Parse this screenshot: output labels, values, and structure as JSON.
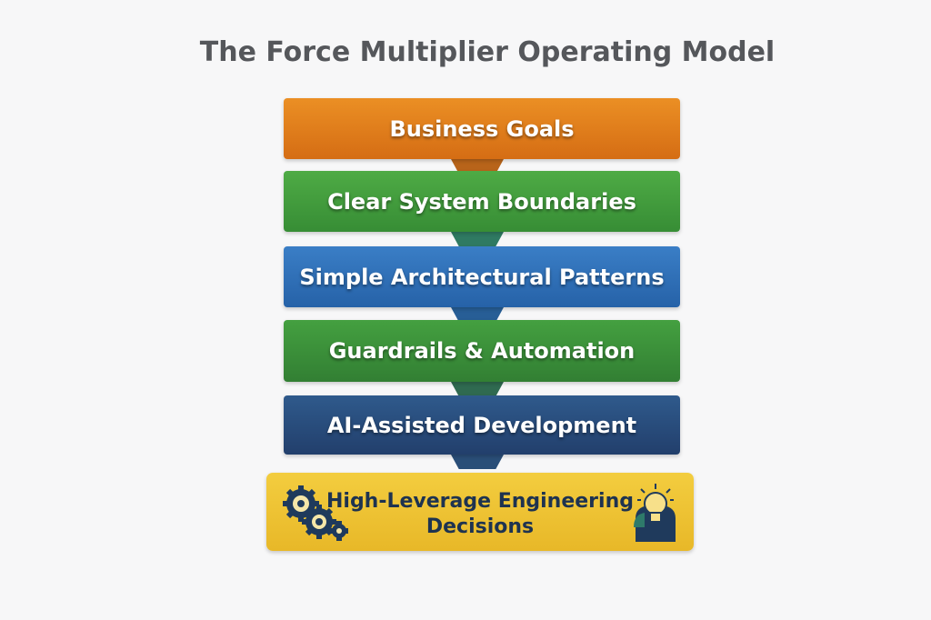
{
  "title": "The Force Multiplier Operating Model",
  "layers": [
    {
      "label": "Business Goals",
      "color": "#e07b1c"
    },
    {
      "label": "Clear System Boundaries",
      "color": "#3f9b3c"
    },
    {
      "label": "Simple Architectural Patterns",
      "color": "#2f6fb8"
    },
    {
      "label": "Guardrails & Automation",
      "color": "#3a8d3a"
    },
    {
      "label": "AI-Assisted Development",
      "color": "#284a7c"
    }
  ],
  "outcome": {
    "line1": "High-Leverage Engineering",
    "line2": "Decisions",
    "color": "#efc436",
    "icons": [
      "gears-icon",
      "lightbulb-person-icon"
    ]
  }
}
